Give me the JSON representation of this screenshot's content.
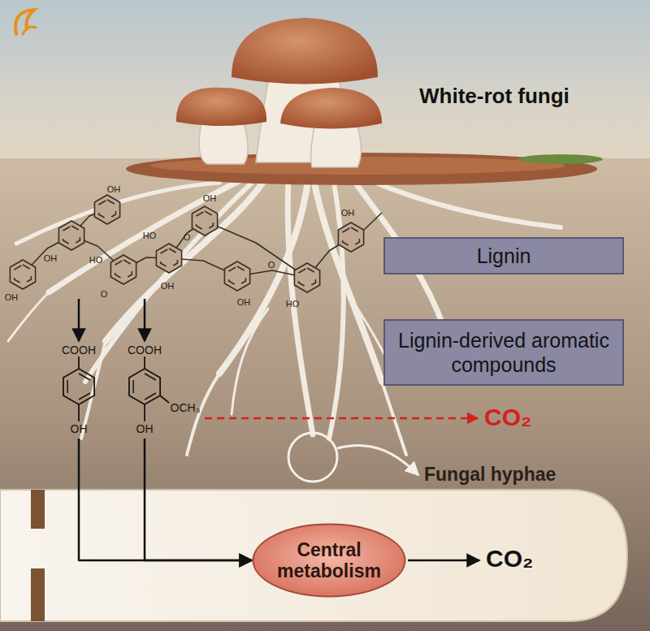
{
  "diagram": {
    "nodes": [
      {
        "text": [
          "Lignin"
        ]
      },
      {
        "text": [
          "Lignin-derived aromatic compounds"
        ]
      },
      {
        "text": [
          "COOH",
          "OH"
        ]
      },
      {
        "text": [
          "COOH",
          "OCH₃",
          "OH"
        ]
      },
      {
        "text": [
          "Central metabolism"
        ]
      }
    ],
    "edges": [
      {
        "from": 2,
        "to": 4,
        "arrow": "to"
      },
      {
        "from": 3,
        "to": 4,
        "arrow": "to"
      }
    ],
    "labels": [
      "White-rot fungi",
      "CO₂",
      "Fungal hyphae",
      "CO₂",
      "OH",
      "OH",
      "HO",
      "O",
      "OH",
      "OH",
      "HO",
      "O",
      "OH",
      "OH",
      "O",
      "OH",
      "HO"
    ]
  }
}
